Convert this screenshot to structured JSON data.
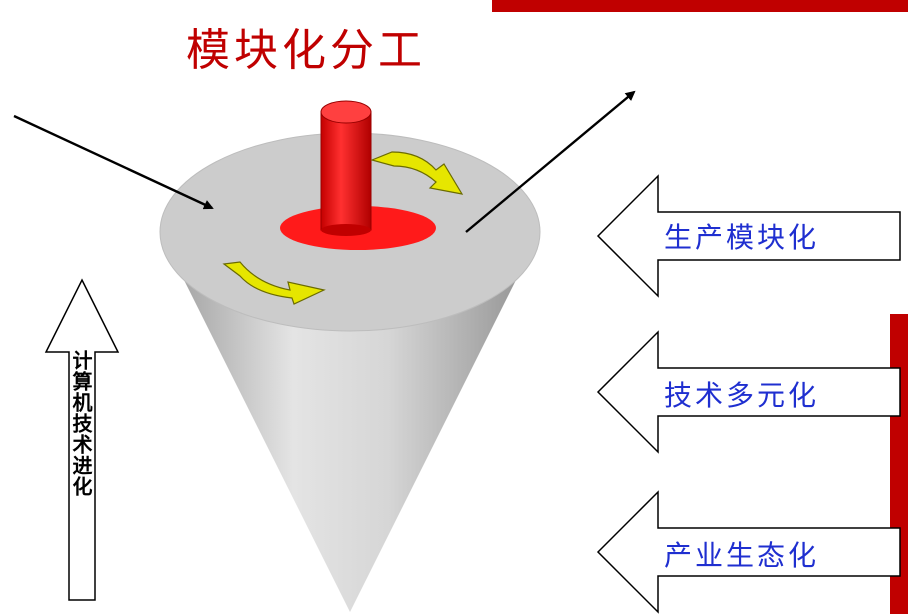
{
  "title": "模块化分工",
  "drivers": [
    {
      "label": "生产模块化"
    },
    {
      "label": "技术多元化"
    },
    {
      "label": "产业生态化"
    }
  ],
  "vertical_arrow": {
    "label": "计算机技术进化"
  },
  "colors": {
    "title": "#c00000",
    "accent_bar": "#c00000",
    "labels": "#1f2fd0",
    "cone": "#c8c8c8",
    "cylinder": "#ee1111",
    "rotation_arrows": "#e6e600"
  }
}
